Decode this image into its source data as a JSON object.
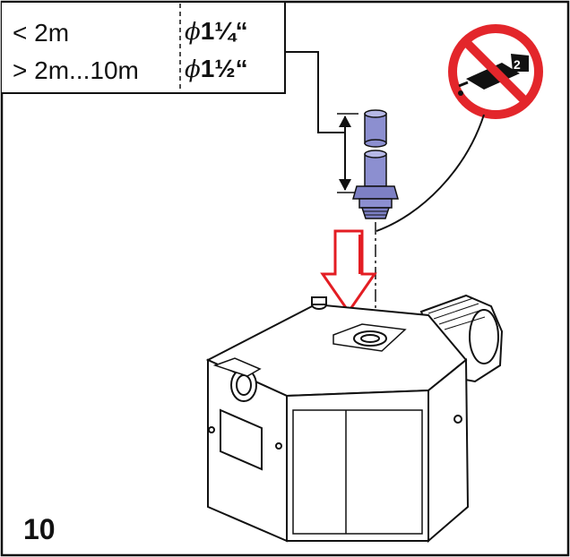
{
  "pipe_table": {
    "rows": [
      {
        "length": "< 2m",
        "diameter_symbol": "ϕ",
        "diameter_value": "1¼",
        "unit": "“"
      },
      {
        "length": "> 2m...10m",
        "diameter_symbol": "ϕ",
        "diameter_value": "1½",
        "unit": "“"
      }
    ]
  },
  "prohibition_sign": {
    "icon": "no-oil-can-icon",
    "badge_number": "2",
    "color": "#e3262b"
  },
  "step_number": "10",
  "colors": {
    "pipe_fill": "#8c8fd0",
    "arrow_red": "#e31d23",
    "outline": "#111111",
    "sign_red": "#e3262b"
  }
}
